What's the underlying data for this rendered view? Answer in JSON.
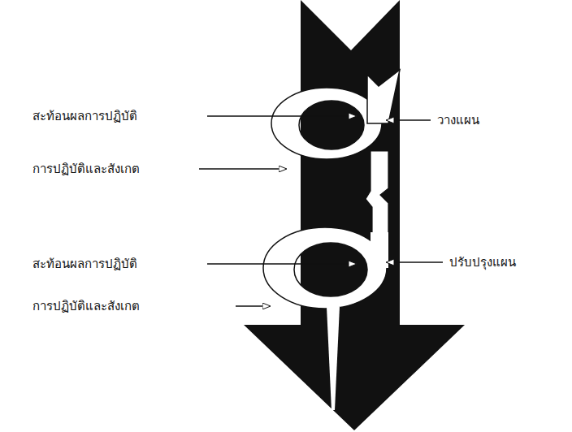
{
  "diagram": {
    "labels": [
      "สะท้อนผลการปฏิบัติ",
      "วางแผน",
      "การปฏิบัติและสังเกต",
      "ปรับปรุงแผน",
      "สะท้อนผลการปฏิบัติ",
      "การปฏิบัติและสังเกต"
    ]
  }
}
